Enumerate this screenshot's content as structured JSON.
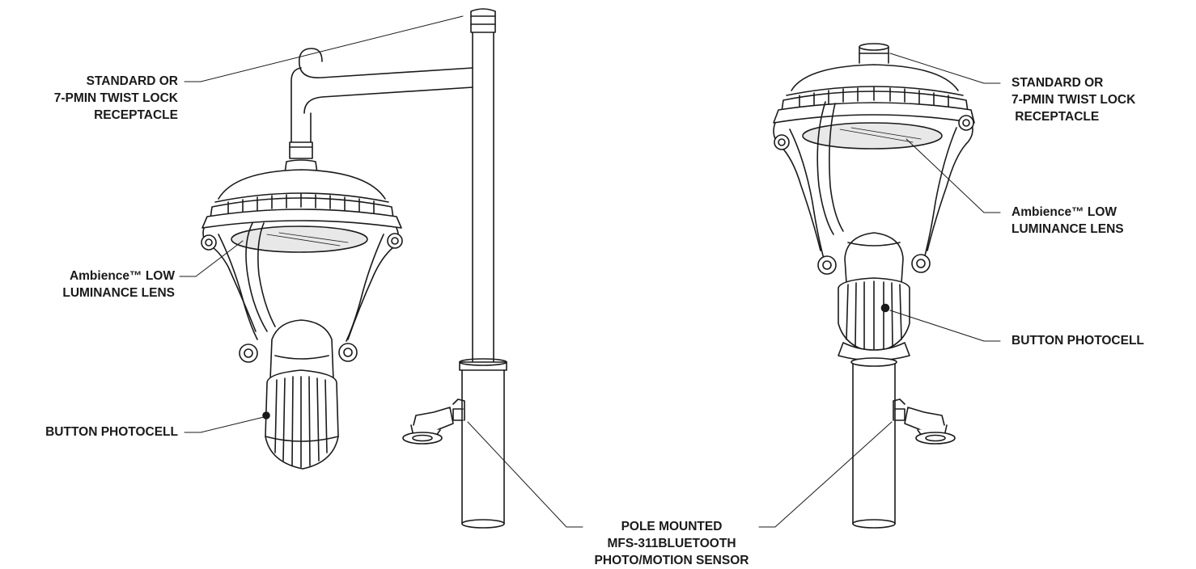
{
  "labels": {
    "left_receptacle": [
      "STANDARD OR",
      "7-PMIN TWIST LOCK",
      "RECEPTACLE"
    ],
    "left_lens": [
      "Ambience™ LOW",
      "LUMINANCE LENS"
    ],
    "left_photocell": [
      "BUTTON PHOTOCELL"
    ],
    "sensor": [
      "POLE MOUNTED",
      "MFS-311BLUETOOTH",
      "PHOTO/MOTION SENSOR"
    ],
    "right_receptacle": [
      "STANDARD OR",
      "7-PMIN TWIST LOCK",
      " RECEPTACLE"
    ],
    "right_lens": [
      "Ambience™ LOW",
      "LUMINANCE LENS"
    ],
    "right_photocell": [
      "BUTTON PHOTOCELL"
    ]
  },
  "colors": {
    "line": "#1a1a1a",
    "text": "#1a1a1a",
    "lens": "#e8e8e8"
  }
}
